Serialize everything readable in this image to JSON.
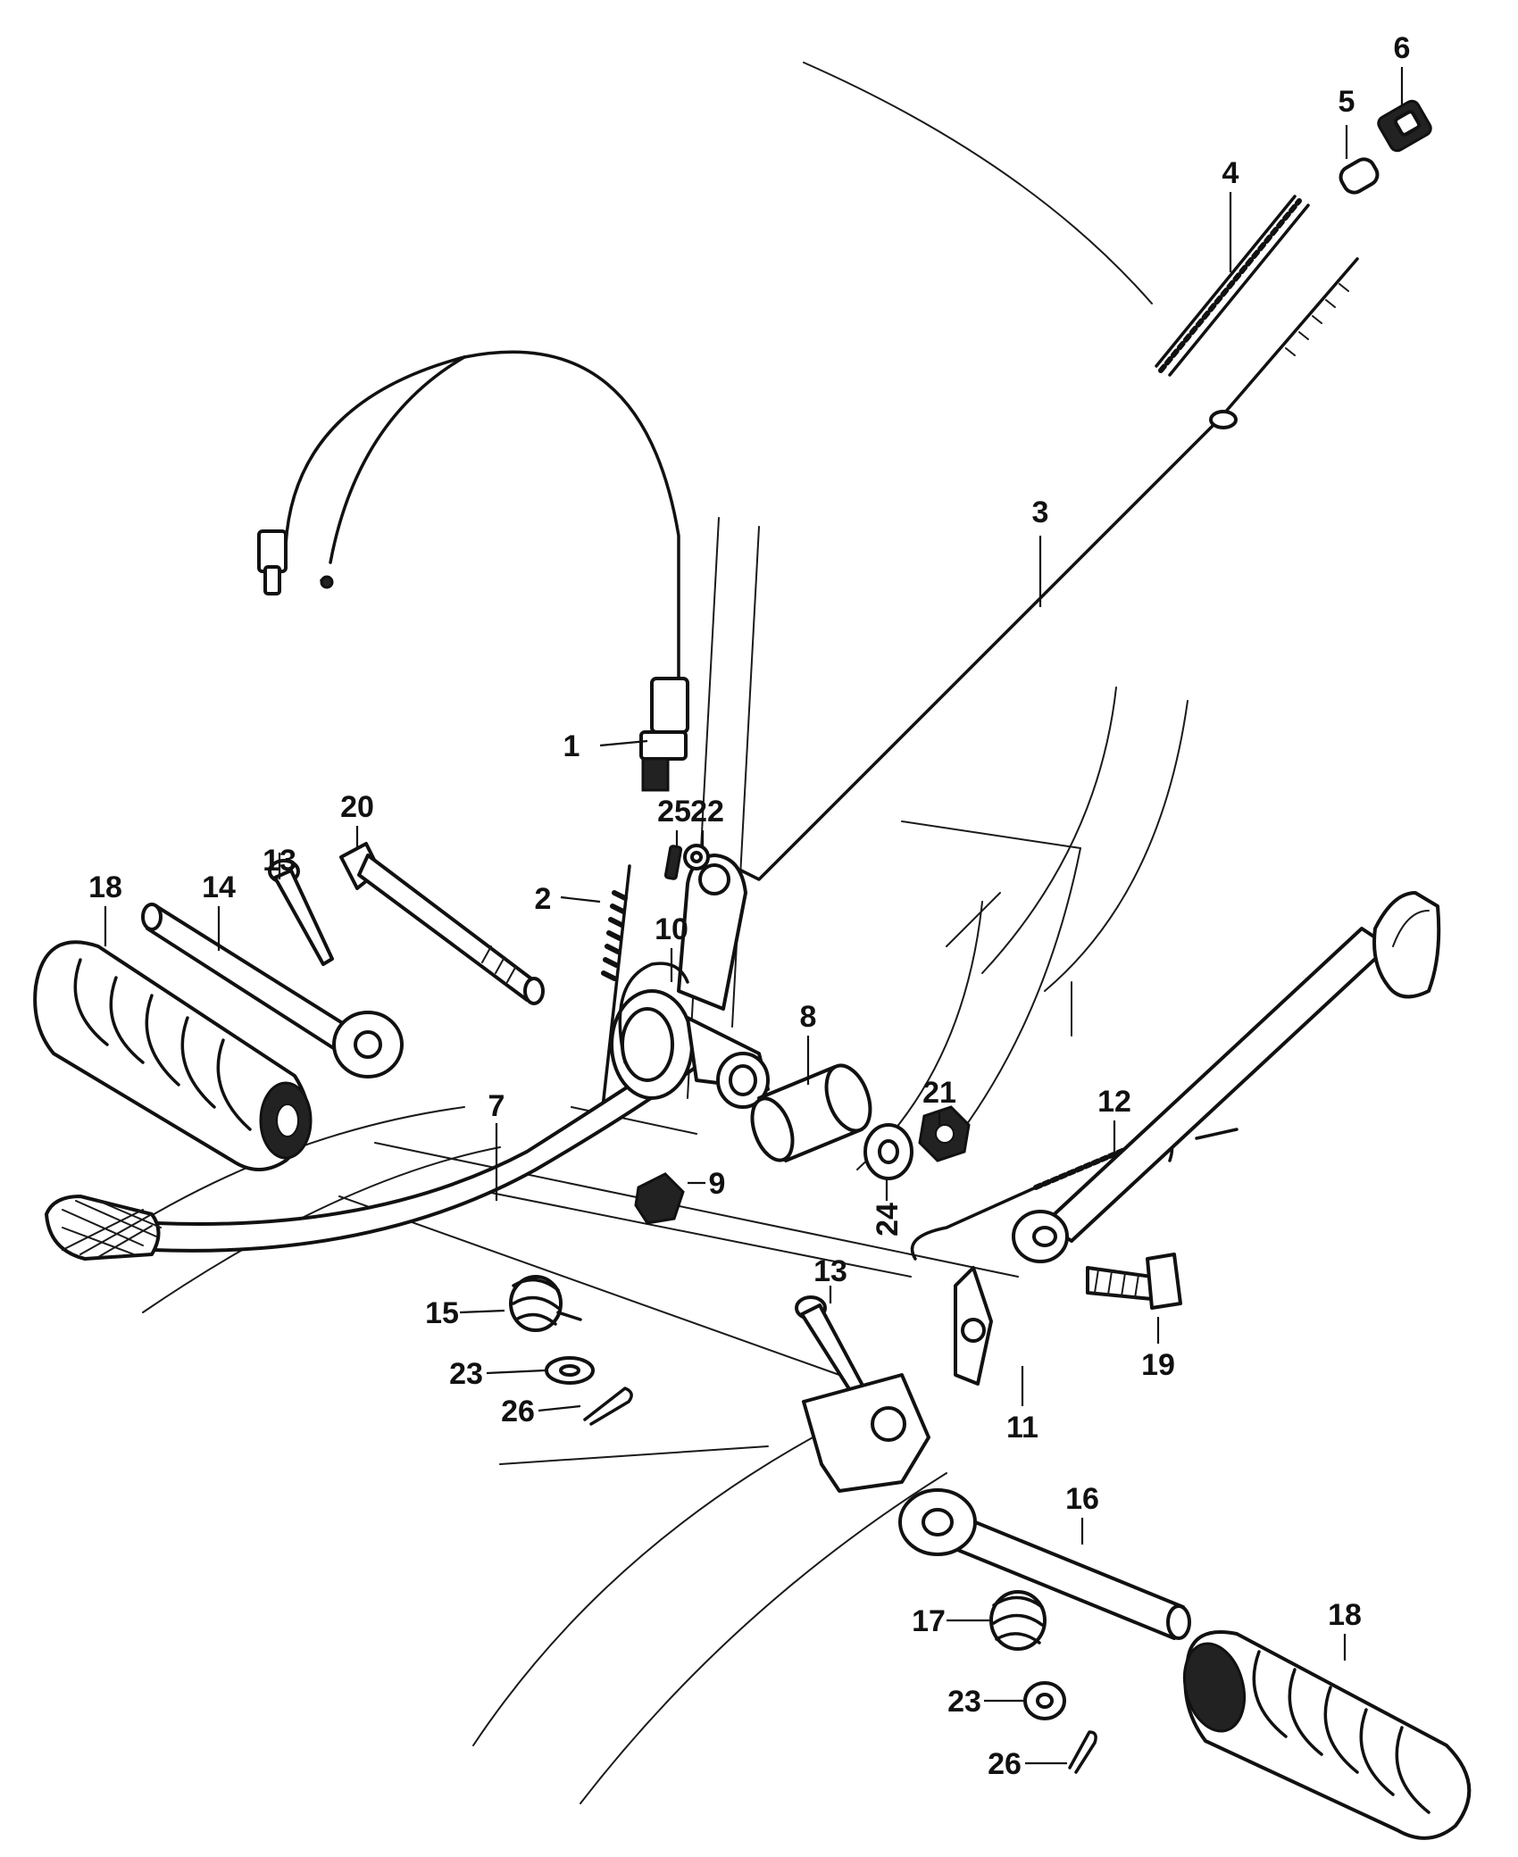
{
  "callouts": [
    "1",
    "2",
    "3",
    "4",
    "5",
    "6",
    "7",
    "8",
    "9",
    "10",
    "11",
    "12",
    "13",
    "13",
    "14",
    "15",
    "16",
    "17",
    "18",
    "18",
    "19",
    "20",
    "21",
    "22",
    "23",
    "23",
    "24",
    "25",
    "26",
    "26"
  ]
}
